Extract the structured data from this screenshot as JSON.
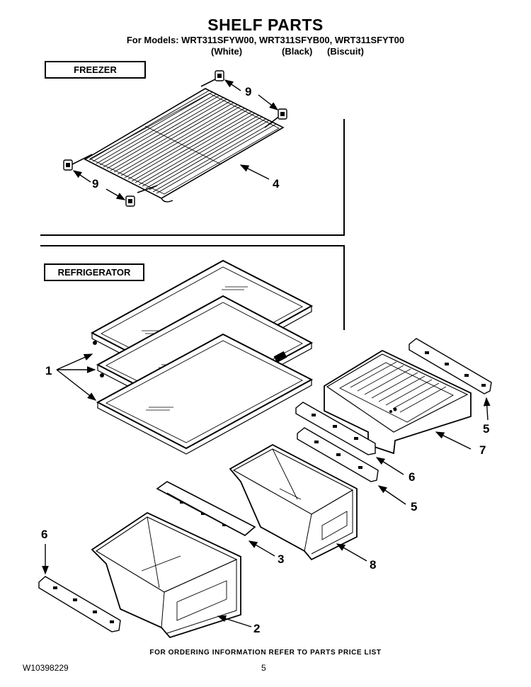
{
  "header": {
    "title": "SHELF PARTS",
    "models_line": "For Models: WRT311SFYW00, WRT311SFYB00, WRT311SFYT00",
    "variants": [
      "(White)",
      "(Black)",
      "(Biscuit)"
    ]
  },
  "sections": {
    "freezer_label": "FREEZER",
    "refrigerator_label": "REFRIGERATOR"
  },
  "callouts": {
    "freezer_end_cap_top": "9",
    "freezer_end_cap_bottom": "9",
    "freezer_wire_shelf": "4",
    "glass_shelves": "1",
    "crisper_slide_right_top": "5",
    "deli_drawer": "7",
    "slide_left_mid": "6",
    "slide_right_mid": "5",
    "crisper_cover": "3",
    "crisper_right": "8",
    "slide_left_bottom": "6",
    "crisper_left": "2"
  },
  "footer": {
    "ordering_note": "FOR ORDERING INFORMATION REFER TO PARTS PRICE LIST",
    "doc_number": "W10398229",
    "page_number": "5"
  }
}
